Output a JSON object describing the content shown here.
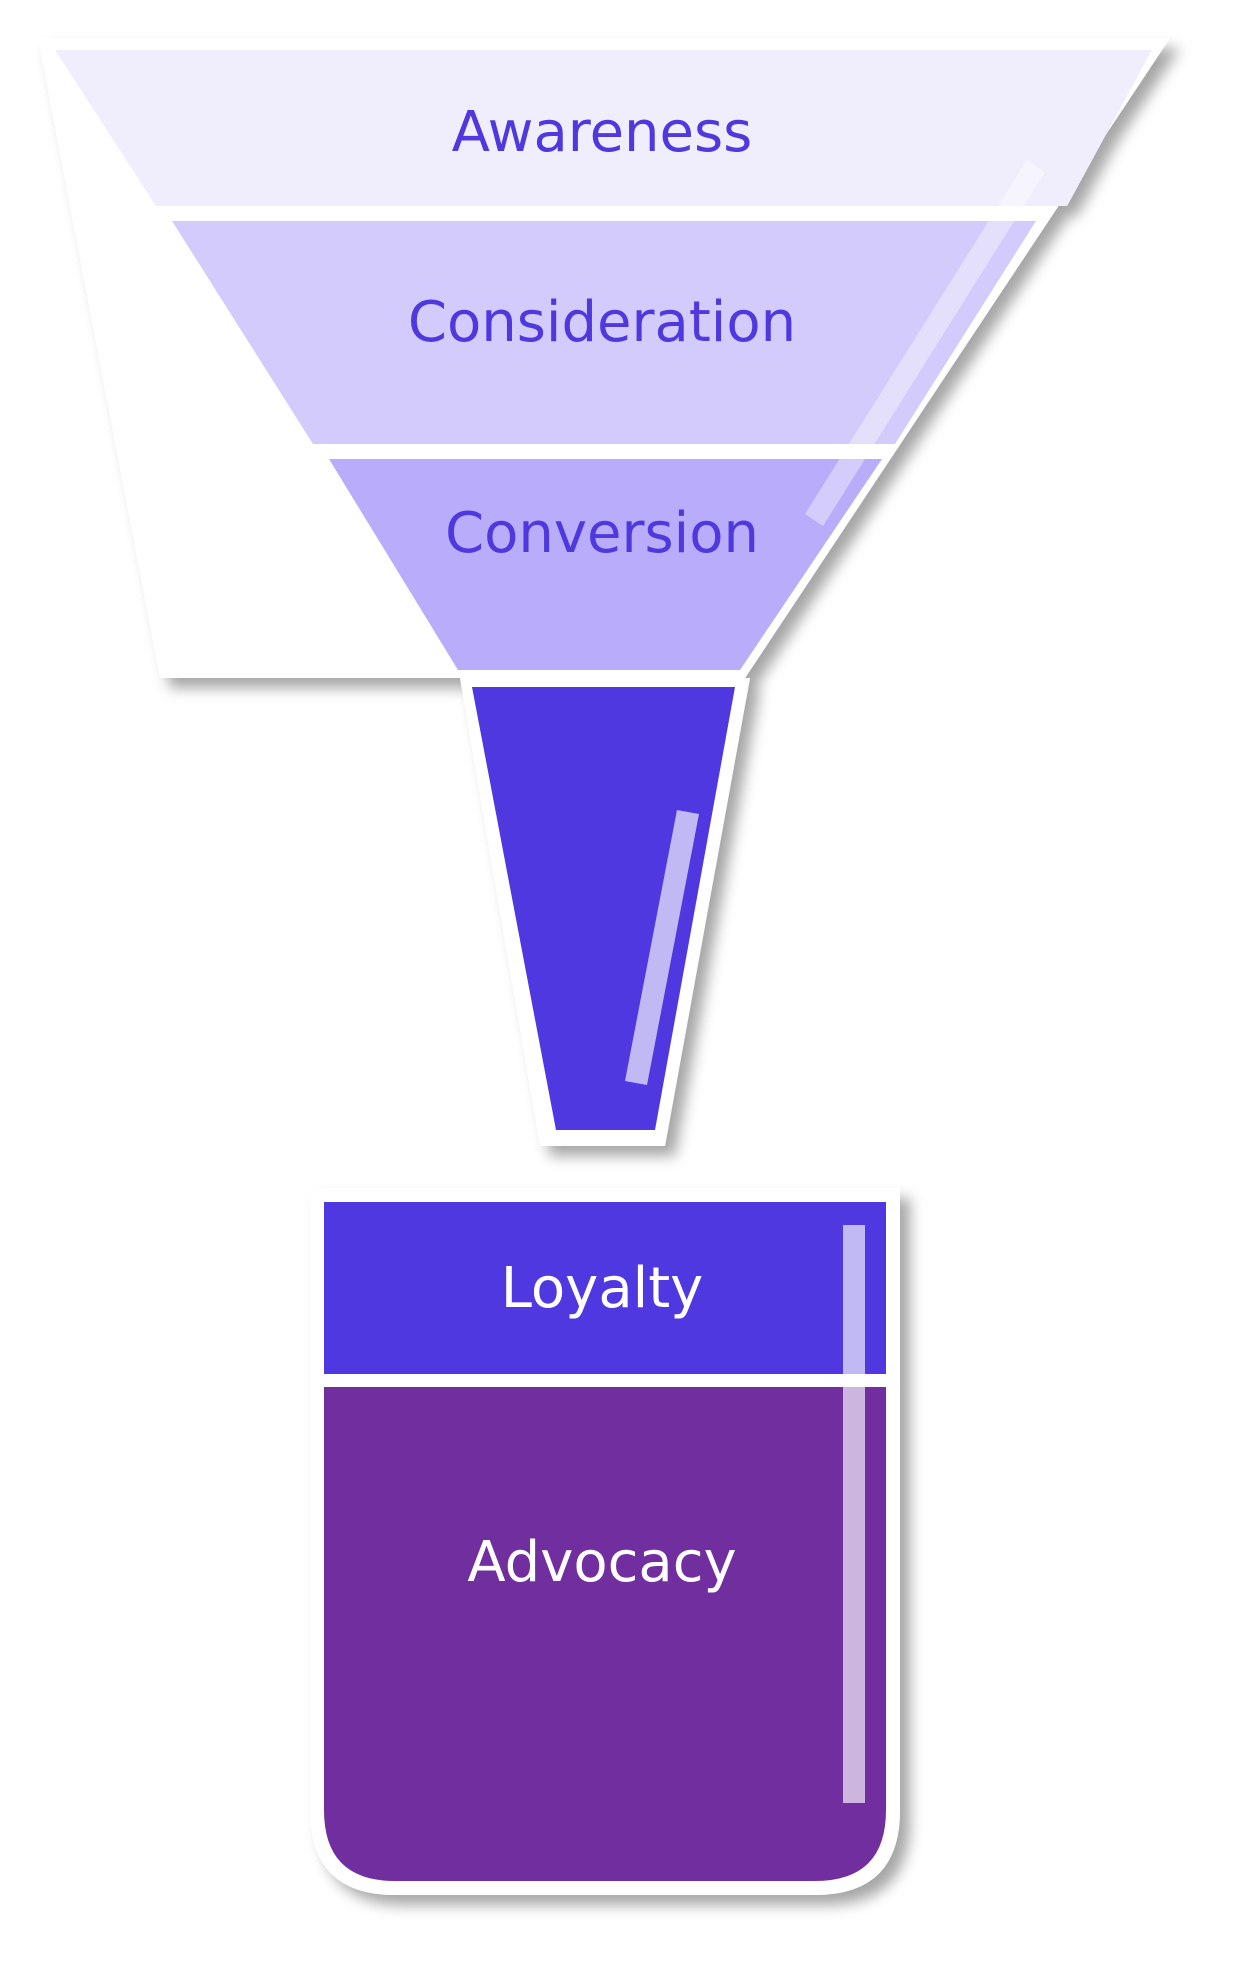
{
  "stages": {
    "awareness": {
      "label": "Awareness",
      "fill": "#f0eefc",
      "text_color": "#4f39de"
    },
    "consideration": {
      "label": "Consideration",
      "fill": "#d3cbfb",
      "text_color": "#4f39de"
    },
    "conversion": {
      "label": "Conversion",
      "fill": "#b8acfb",
      "text_color": "#4f39de"
    },
    "loyalty": {
      "label": "Loyalty",
      "fill": "#4f39e0",
      "text_color": "#ffffff"
    },
    "advocacy": {
      "label": "Advocacy",
      "fill": "#6f2f9e",
      "text_color": "#ffffff"
    }
  },
  "spout_fill": "#4f39e0",
  "outline_color": "#ffffff"
}
